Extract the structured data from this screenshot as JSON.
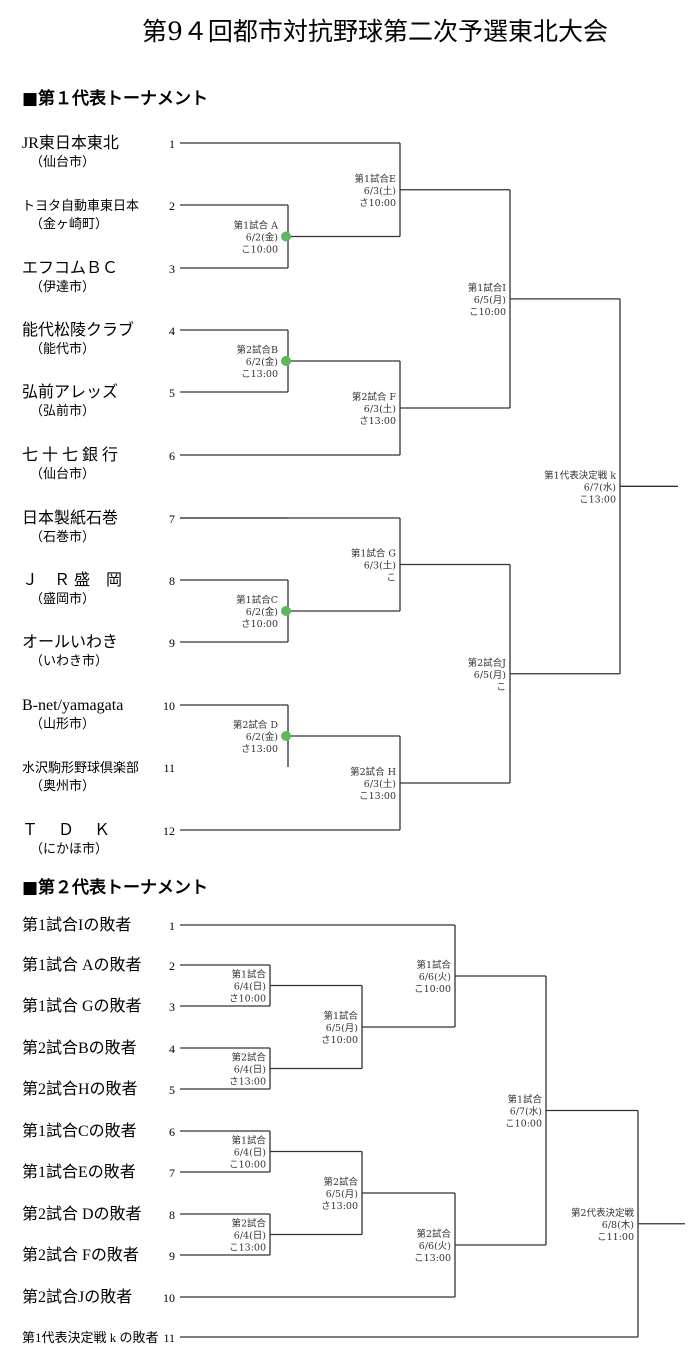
{
  "title": "第9４回都市対抗野球第二次予選東北大会",
  "colors": {
    "line": "#333333",
    "dot": "#5cb85c"
  },
  "section1": {
    "heading": "■第１代表トーナメント",
    "teams": [
      {
        "no": "1",
        "name": "JR東日本東北",
        "city": "（仙台市）"
      },
      {
        "no": "2",
        "name": "トヨタ自動車東日本",
        "city": "（金ヶ崎町）",
        "small": true
      },
      {
        "no": "3",
        "name": "エフコムＢＣ",
        "city": "（伊達市）"
      },
      {
        "no": "4",
        "name": "能代松陵クラブ",
        "city": "（能代市）"
      },
      {
        "no": "5",
        "name": "弘前アレッズ",
        "city": "（弘前市）"
      },
      {
        "no": "6",
        "name": "七 十 七 銀 行",
        "city": "（仙台市）"
      },
      {
        "no": "7",
        "name": "日本製紙石巻",
        "city": "（石巻市）"
      },
      {
        "no": "8",
        "name": "Ｊ　Ｒ 盛　岡",
        "city": "（盛岡市）"
      },
      {
        "no": "9",
        "name": "オールいわき",
        "city": "（いわき市）"
      },
      {
        "no": "10",
        "name": "B-net/yamagata",
        "city": "（山形市）"
      },
      {
        "no": "11",
        "name": "水沢駒形野球倶楽部",
        "city": "（奥州市）",
        "small": true
      },
      {
        "no": "12",
        "name": "Ｔ　 Ｄ　 Ｋ",
        "city": "（にかほ市）"
      }
    ],
    "matches": [
      {
        "id": "A",
        "lines": [
          "第1試合 A",
          "6/2(金)",
          "こ10:00"
        ],
        "done": true
      },
      {
        "id": "B",
        "lines": [
          "第2試合B",
          "6/2(金)",
          "こ13:00"
        ],
        "done": true
      },
      {
        "id": "C",
        "lines": [
          "第1試合C",
          "6/2(金)",
          "さ10:00"
        ],
        "done": true
      },
      {
        "id": "D",
        "lines": [
          "第2試合 D",
          "6/2(金)",
          "さ13:00"
        ],
        "done": true
      },
      {
        "id": "E",
        "lines": [
          "第1試合E",
          "6/3(土)",
          "さ10:00"
        ]
      },
      {
        "id": "F",
        "lines": [
          "第2試合 F",
          "6/3(土)",
          "さ13:00"
        ]
      },
      {
        "id": "G",
        "lines": [
          "第1試合 G",
          "6/3(土)",
          "こ"
        ]
      },
      {
        "id": "H",
        "lines": [
          "第2試合 H",
          "6/3(土)",
          "こ13:00"
        ]
      },
      {
        "id": "I",
        "lines": [
          "第1試合I",
          "6/5(月)",
          "こ10:00"
        ]
      },
      {
        "id": "J",
        "lines": [
          "第2試合J",
          "6/5(月)",
          "こ"
        ]
      },
      {
        "id": "k",
        "lines": [
          "第1代表決定戦 k",
          "6/7(水)",
          "こ13:00"
        ]
      }
    ]
  },
  "section2": {
    "heading": "■第２代表トーナメント",
    "teams": [
      {
        "no": "1",
        "name": "第1試合Iの敗者"
      },
      {
        "no": "2",
        "name": "第1試合 Aの敗者"
      },
      {
        "no": "3",
        "name": "第1試合 Gの敗者"
      },
      {
        "no": "4",
        "name": "第2試合Bの敗者"
      },
      {
        "no": "5",
        "name": "第2試合Hの敗者"
      },
      {
        "no": "6",
        "name": "第1試合Cの敗者"
      },
      {
        "no": "7",
        "name": "第1試合Eの敗者"
      },
      {
        "no": "8",
        "name": "第2試合 Dの敗者"
      },
      {
        "no": "9",
        "name": "第2試合 Fの敗者"
      },
      {
        "no": "10",
        "name": "第2試合Jの敗者"
      },
      {
        "no": "11",
        "name": "第1代表決定戦 k の敗者",
        "small": true
      }
    ],
    "matches": [
      {
        "lines": [
          "第1試合",
          "6/4(日)",
          "さ10:00"
        ]
      },
      {
        "lines": [
          "第2試合",
          "6/4(日)",
          "さ13:00"
        ]
      },
      {
        "lines": [
          "第1試合",
          "6/4(日)",
          "こ10:00"
        ]
      },
      {
        "lines": [
          "第2試合",
          "6/4(日)",
          "こ13:00"
        ]
      },
      {
        "lines": [
          "第1試合",
          "6/5(月)",
          "さ10:00"
        ]
      },
      {
        "lines": [
          "第2試合",
          "6/5(月)",
          "さ13:00"
        ]
      },
      {
        "lines": [
          "第1試合",
          "6/6(火)",
          "こ10:00"
        ]
      },
      {
        "lines": [
          "第2試合",
          "6/6(火)",
          "こ13:00"
        ]
      },
      {
        "lines": [
          "第1試合",
          "6/7(水)",
          "こ10:00"
        ]
      },
      {
        "lines": [
          "第2代表決定戦",
          "6/8(木)",
          "こ11:00"
        ]
      }
    ]
  }
}
